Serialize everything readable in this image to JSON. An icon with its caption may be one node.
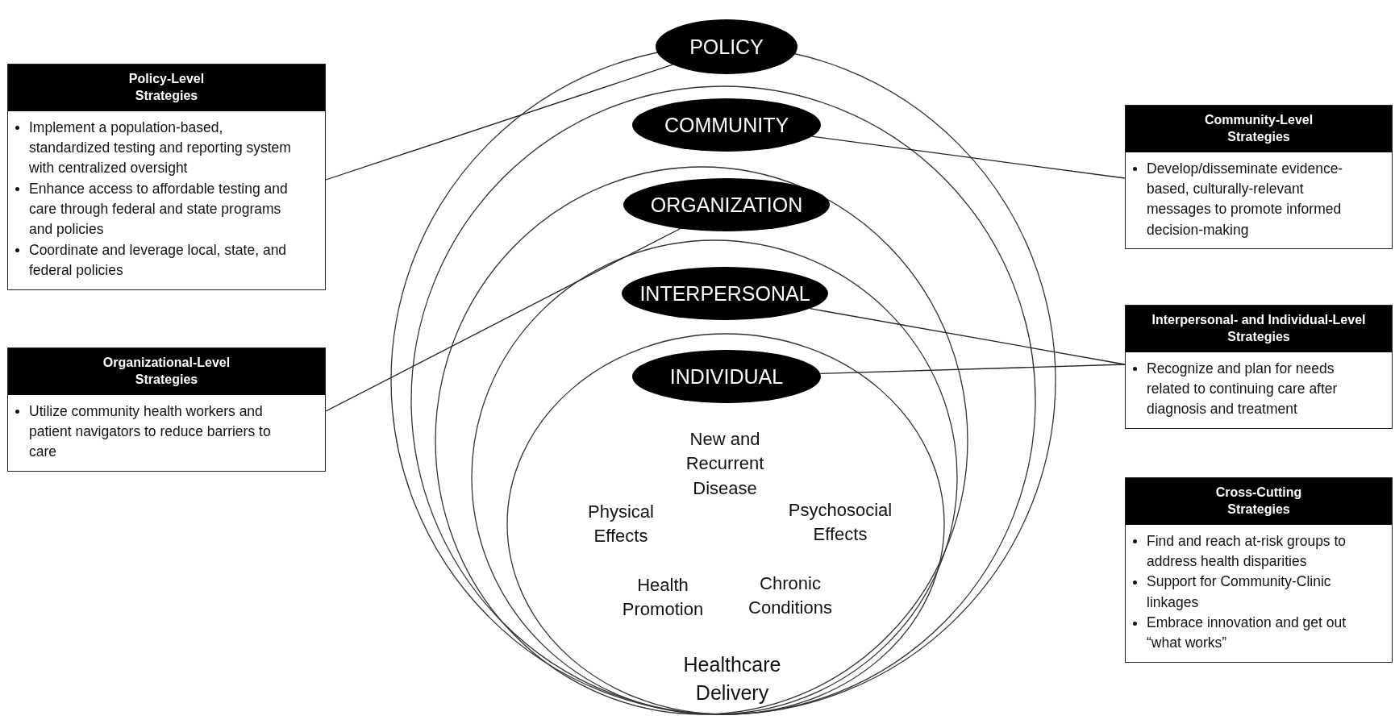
{
  "diagram": {
    "nodes": [
      {
        "text": [
          "POLICY"
        ]
      },
      {
        "text": [
          "COMMUNITY"
        ]
      },
      {
        "text": [
          "ORGANIZATION"
        ]
      },
      {
        "text": [
          "INTERPERSONAL"
        ]
      },
      {
        "text": [
          "INDIVIDUAL"
        ]
      },
      {
        "text": [
          "Policy-Level Strategies",
          "Implement  a population-based, standardized testing and reporting system with centralized oversight",
          "Enhance access to affordable testing and care through  federal and state programs and policies",
          "Coordinate and leverage local, state, and federal policies"
        ]
      },
      {
        "text": [
          "Community-Level Strategies",
          "Develop/disseminate evidence-based, culturally-relevant messages to promote  informed decision-making"
        ]
      },
      {
        "text": [
          "Organizational-Level Strategies",
          "Utilize community  health workers and patient navigators to reduce barriers to care"
        ]
      },
      {
        "text": [
          "Interpersonal- and Individual-Level Strategies",
          "Recognize and plan for needs related to continuing care after diagnosis and treatment"
        ]
      },
      {
        "text": [
          "Cross-Cutting Strategies",
          "Find and reach at-risk groups to address health disparities",
          "Support  for Community-Clinic linkages",
          "Embrace innovation and get out “what works”"
        ]
      }
    ],
    "edges": [
      {
        "from": 5,
        "to": 0,
        "arrow": "none"
      },
      {
        "from": 1,
        "to": 6,
        "arrow": "none"
      },
      {
        "from": 7,
        "to": 2,
        "arrow": "none"
      },
      {
        "from": 3,
        "to": 8,
        "arrow": "none"
      },
      {
        "from": 4,
        "to": 8,
        "arrow": "none"
      }
    ],
    "labels": [
      "New and Recurrent Disease",
      "Physical Effects",
      "Psychosocial Effects",
      "Health Promotion",
      "Chronic Conditions",
      "Healthcare Delivery"
    ]
  }
}
